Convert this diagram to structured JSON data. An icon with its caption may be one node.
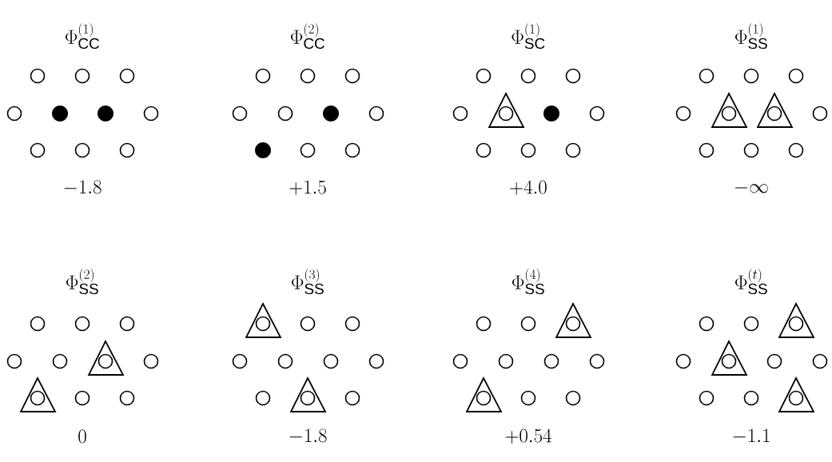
{
  "diagram": {
    "labels": [
      "\\Phi^{(1)}_{\\mathrm{CC}}",
      "\\Phi^{(2)}_{\\mathrm{CC}}",
      "\\Phi^{(1)}_{\\mathrm{SC}}",
      "\\Phi^{(1)}_{\\mathrm{SS}}",
      "-1.8",
      "+1.5",
      "+4.0",
      "-\\infty",
      "\\Phi^{(2)}_{\\mathrm{SS}}",
      "\\Phi^{(3)}_{\\mathrm{SS}}",
      "\\Phi^{(4)}_{\\mathrm{SS}}",
      "\\Phi^{(t)}_{\\mathrm{SS}}",
      "0",
      "-1.8",
      "+0.54",
      "-1.1"
    ]
  }
}
